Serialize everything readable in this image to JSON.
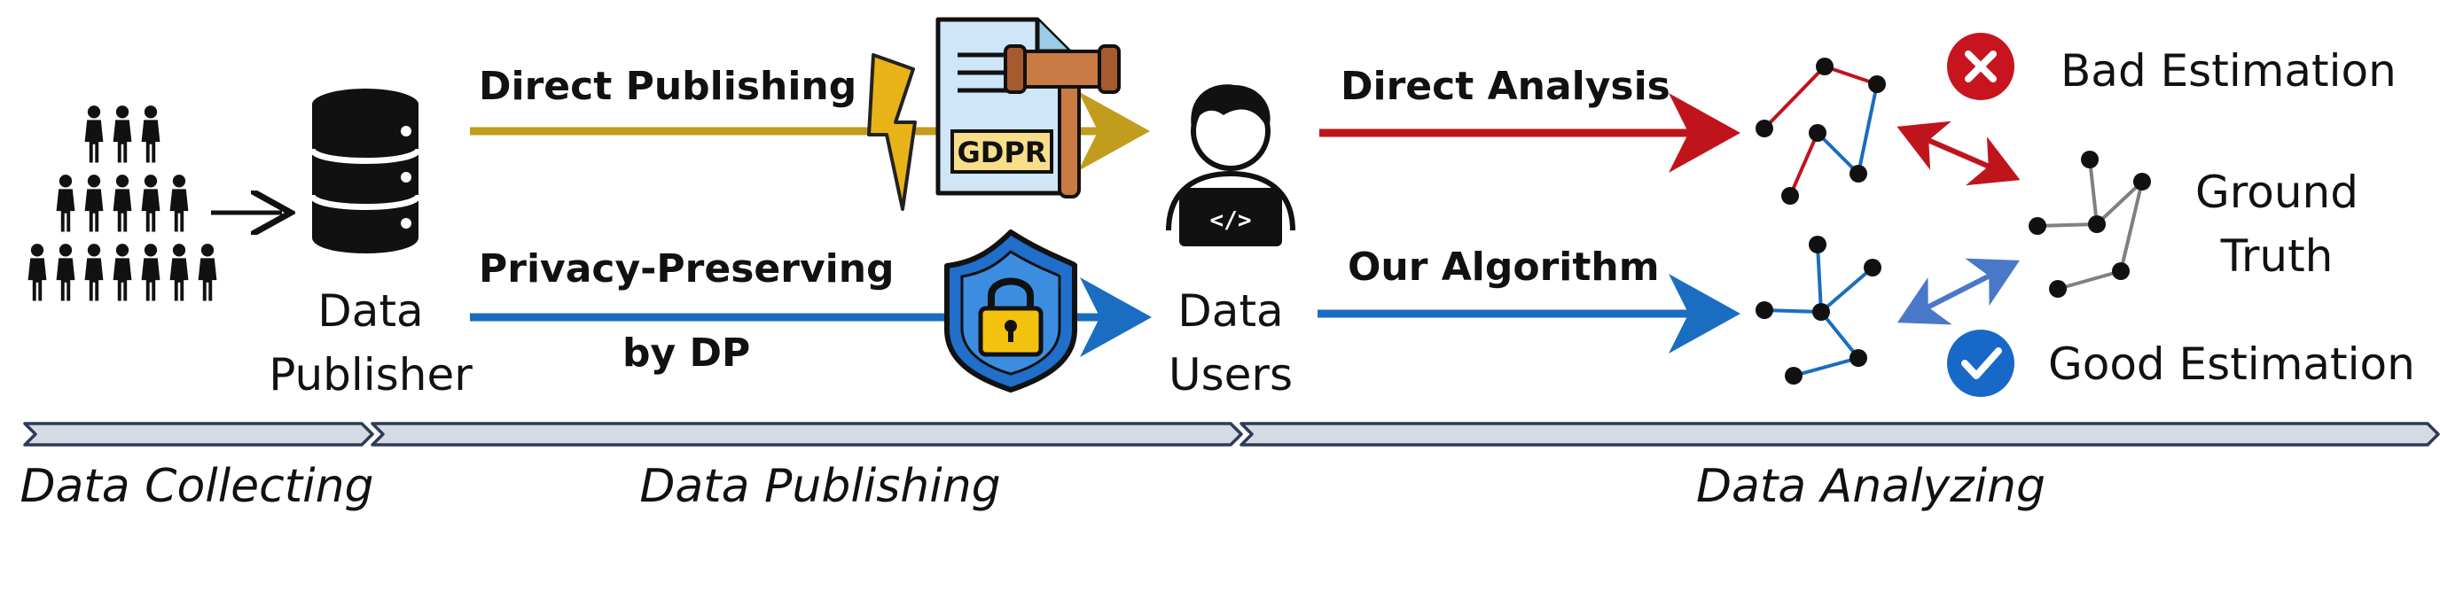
{
  "nodes": {
    "data_publisher": [
      "Data",
      "Publisher"
    ],
    "data_users": [
      "Data",
      "Users"
    ],
    "ground_truth": [
      "Ground",
      "Truth"
    ]
  },
  "arrows": {
    "direct_publishing": "Direct Publishing",
    "privacy_preserving": [
      "Privacy-Preserving",
      "by DP"
    ],
    "direct_analysis": "Direct Analysis",
    "our_algorithm": "Our Algorithm"
  },
  "badges": {
    "gdpr": "GDPR"
  },
  "estimations": {
    "bad": "Bad Estimation",
    "good": "Good Estimation"
  },
  "stages": [
    "Data Collecting",
    "Data Publishing",
    "Data Analyzing"
  ],
  "colors": {
    "direct": "#C29C1C",
    "analysis_red": "#C0141C",
    "privacy_blue": "#1A6DC0",
    "lightblue": "#4A78C9",
    "gray_edge": "#808080",
    "check_blue": "#1869C7",
    "cross_red": "#C8141E",
    "stage_fill": "#D5DAE3",
    "stage_stroke": "#2E3B55"
  }
}
